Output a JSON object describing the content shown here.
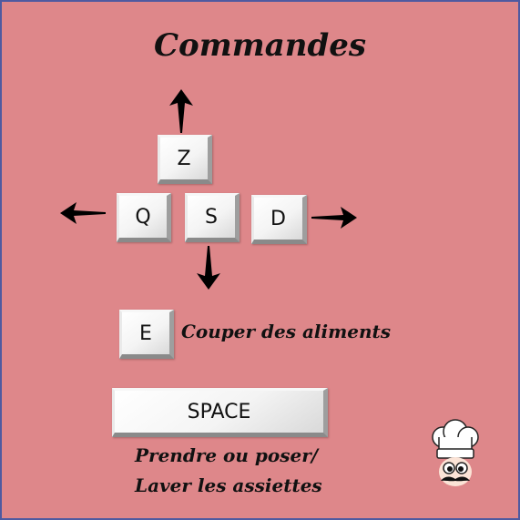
{
  "title": "Commandes",
  "keys": {
    "up": "Z",
    "left": "Q",
    "down": "S",
    "right": "D",
    "action": "E",
    "space": "SPACE"
  },
  "labels": {
    "action": "Couper des aliments",
    "space_line1": "Prendre ou poser/",
    "space_line2": "Laver les assiettes"
  },
  "icons": [
    "arrow-up-icon",
    "arrow-left-icon",
    "arrow-down-icon",
    "arrow-right-icon",
    "chef-mascot-icon"
  ],
  "colors": {
    "background": "#de878a",
    "border": "#4f5aa0",
    "text": "#111111"
  }
}
